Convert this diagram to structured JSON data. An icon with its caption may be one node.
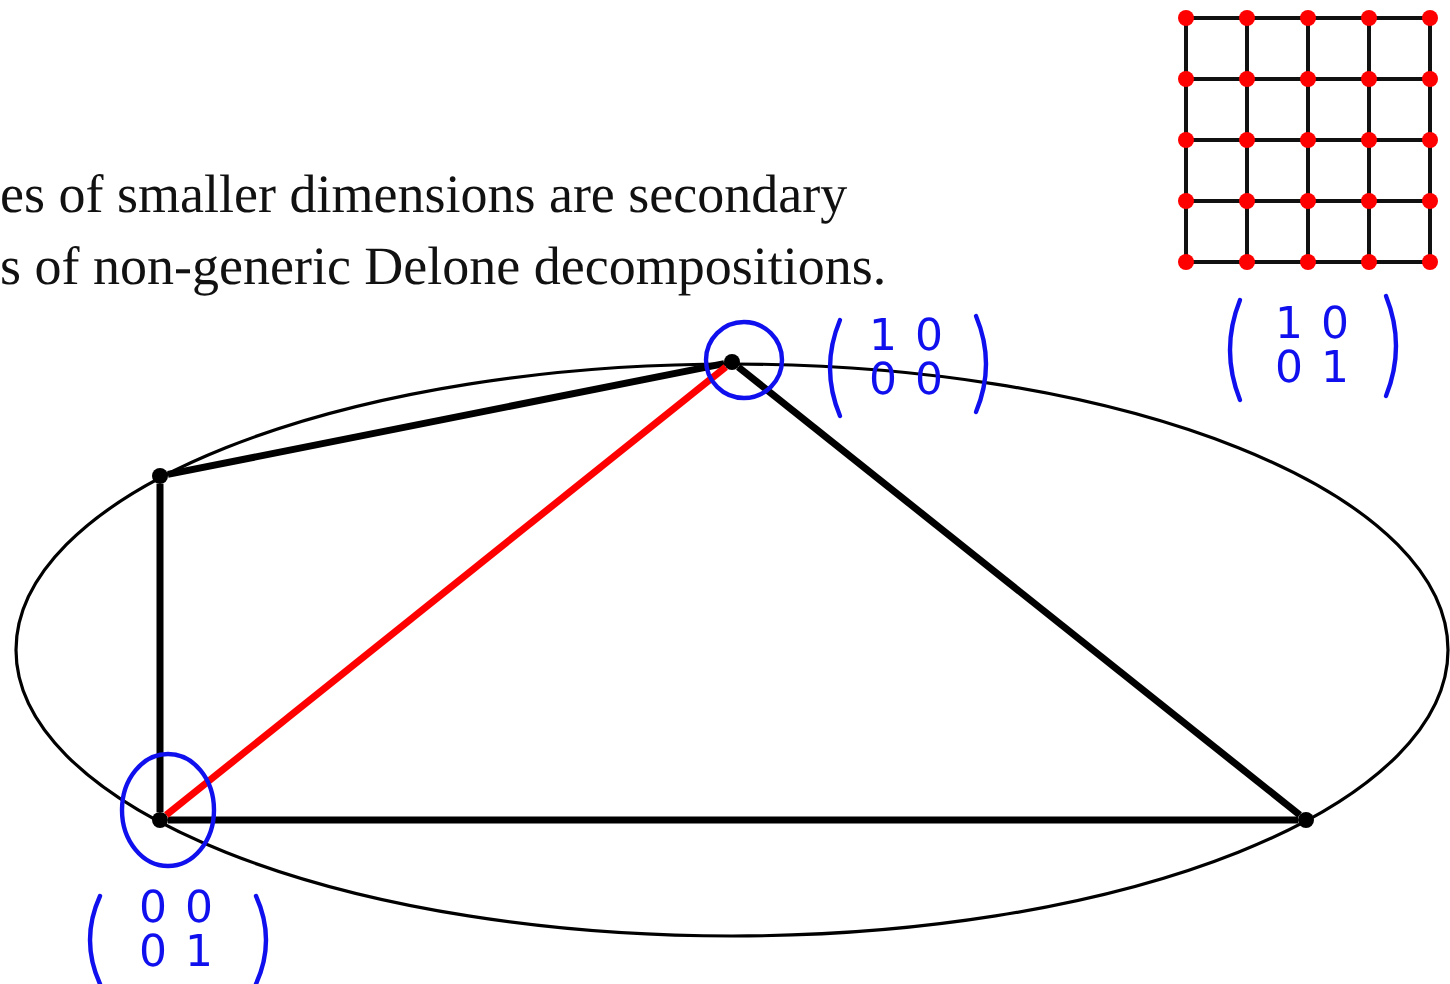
{
  "diagram": {
    "nodes": [
      {
        "text": [],
        "shape": "circle"
      },
      {
        "text": [],
        "shape": "circle"
      },
      {
        "text": [],
        "shape": "circle"
      },
      {
        "text": [],
        "shape": "circle"
      }
    ],
    "edges": [
      {
        "from": 0,
        "to": 1,
        "arrow": "none"
      },
      {
        "from": 1,
        "to": 2,
        "arrow": "none"
      },
      {
        "from": 2,
        "to": 3,
        "arrow": "none"
      },
      {
        "from": 3,
        "to": 0,
        "arrow": "none"
      },
      {
        "from": 3,
        "to": 1,
        "arrow": "none",
        "color": "#ff0000"
      }
    ],
    "labels": [
      "es of smaller dimensions are secondary",
      "s of non-generic Delone decompositions.",
      "1 0 0 1",
      "1 0 0 0",
      "0 0 0 1"
    ]
  }
}
